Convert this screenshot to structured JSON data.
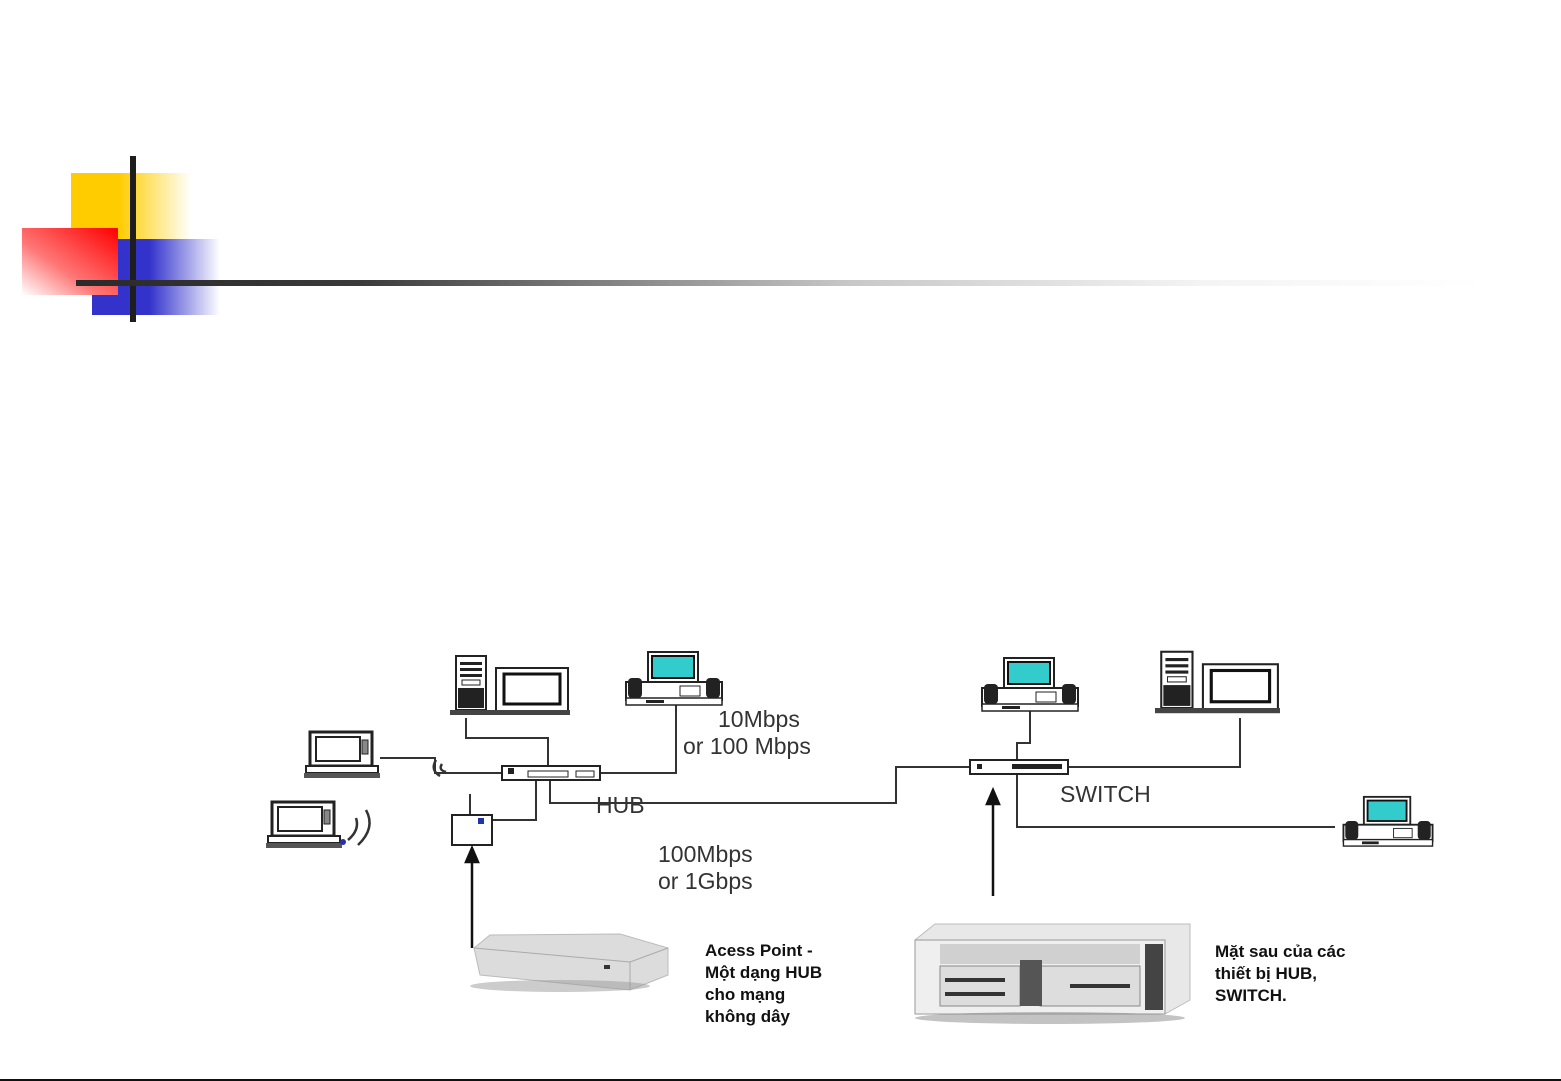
{
  "slide": {
    "decoration": {
      "colors": {
        "yellow": "#ffcc00",
        "blue": "#3333cc",
        "red": "#ff0000",
        "bar": "#2a2a2a"
      }
    }
  },
  "diagram": {
    "labels": {
      "hub": "HUB",
      "switch": "SWITCH",
      "speed_hub": [
        "10Mbps",
        "or 100 Mbps"
      ],
      "speed_backbone": [
        "100Mbps",
        "or 1Gbps"
      ]
    },
    "captions": {
      "access_point": [
        "Acess Point -",
        "Một dạng HUB",
        "cho mạng",
        "không dây"
      ],
      "rear_panel": [
        "Mặt sau của các",
        "thiết bị HUB,",
        "SWITCH."
      ]
    },
    "nodes": [
      {
        "name": "tower-pc-hub",
        "icon": "tower-computer-icon"
      },
      {
        "name": "desktop-pc-hub",
        "icon": "desktop-computer-icon"
      },
      {
        "name": "laptop-wired",
        "icon": "laptop-icon"
      },
      {
        "name": "laptop-wireless",
        "icon": "laptop-icon"
      },
      {
        "name": "access-point",
        "icon": "access-point-icon"
      },
      {
        "name": "hub",
        "icon": "hub-icon"
      },
      {
        "name": "switch",
        "icon": "switch-icon"
      },
      {
        "name": "desktop-pc-switch-top",
        "icon": "desktop-computer-icon"
      },
      {
        "name": "tower-pc-switch",
        "icon": "tower-computer-icon"
      },
      {
        "name": "desktop-pc-switch-right",
        "icon": "desktop-computer-icon"
      }
    ],
    "colors": {
      "screen": "#33cccc",
      "line": "#333333",
      "wifi_dot": "#2233aa"
    }
  }
}
